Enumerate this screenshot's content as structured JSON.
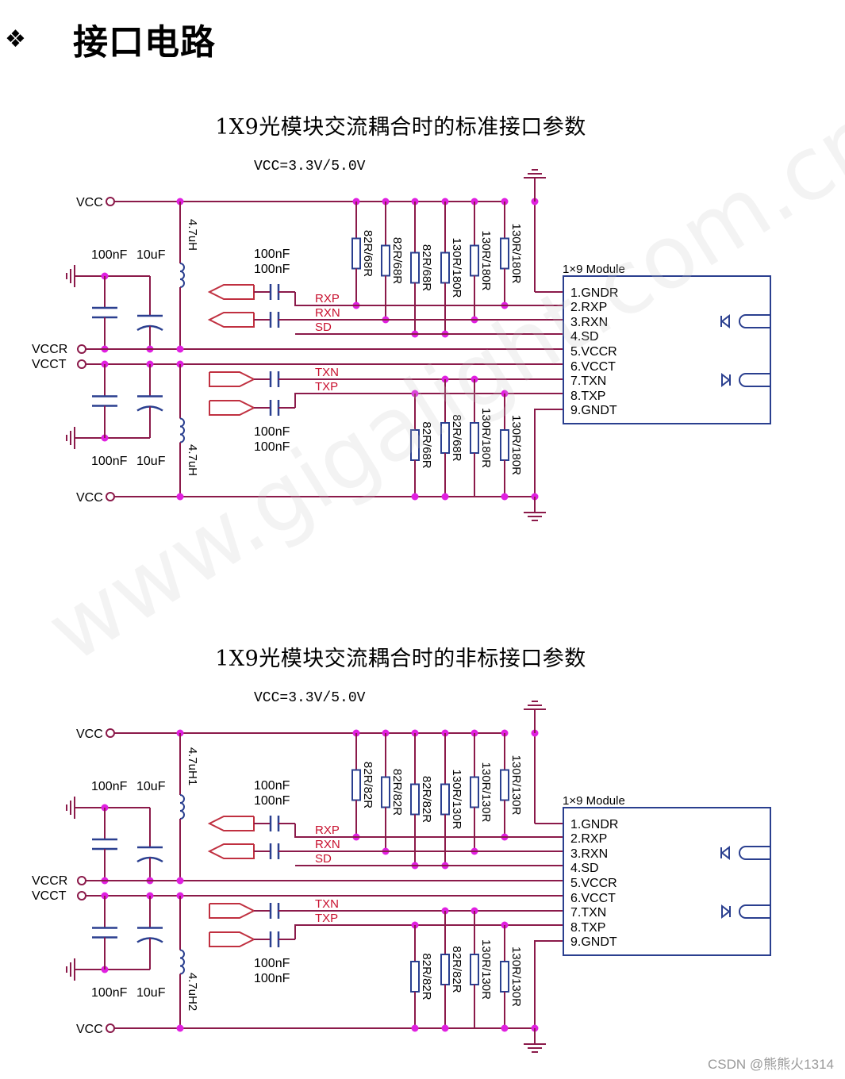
{
  "section": {
    "bullet": "❖",
    "title": "接口电路"
  },
  "circuits": [
    {
      "title": "1X9光模块交流耦合时的标准接口参数",
      "vcc_note": "VCC=3.3V/5.0V",
      "inductor_top": "4.7uH",
      "inductor_bottom": "4.7uH",
      "top_resistors": [
        "82R/68R",
        "82R/68R",
        "82R/68R",
        "130R/180R",
        "130R/180R",
        "130R/180R"
      ],
      "bottom_resistors": [
        "82R/68R",
        "82R/68R",
        "130R/180R",
        "130R/180R"
      ]
    },
    {
      "title": "1X9光模块交流耦合时的非标接口参数",
      "vcc_note": "VCC=3.3V/5.0V",
      "inductor_top": "4.7uH1",
      "inductor_bottom": "4.7uH2",
      "top_resistors": [
        "82R/82R",
        "82R/82R",
        "82R/82R",
        "130R/130R",
        "130R/130R",
        "130R/130R"
      ],
      "bottom_resistors": [
        "82R/82R",
        "82R/82R",
        "130R/130R",
        "130R/130R"
      ]
    }
  ],
  "labels": {
    "vcc": "VCC",
    "vccr": "VCCR",
    "vcct": "VCCT",
    "cap_100nf": "100nF",
    "cap_10uf": "10uF",
    "rxp": "RXP",
    "rxn": "RXN",
    "sd": "SD",
    "txn": "TXN",
    "txp": "TXP",
    "module": "1×9 Module"
  },
  "module_pins": [
    "1.GNDR",
    "2.RXP",
    "3.RXN",
    "4.SD",
    "5.VCCR",
    "6.VCCT",
    "7.TXN",
    "8.TXP",
    "9.GNDT"
  ],
  "colors": {
    "wire": "#8b1a4a",
    "node": "#e020e0",
    "component": "#2a3f8f",
    "signal_label": "#c8102e"
  },
  "watermark": "www.gigalight.com.cn",
  "credit": "CSDN @熊熊火1314"
}
